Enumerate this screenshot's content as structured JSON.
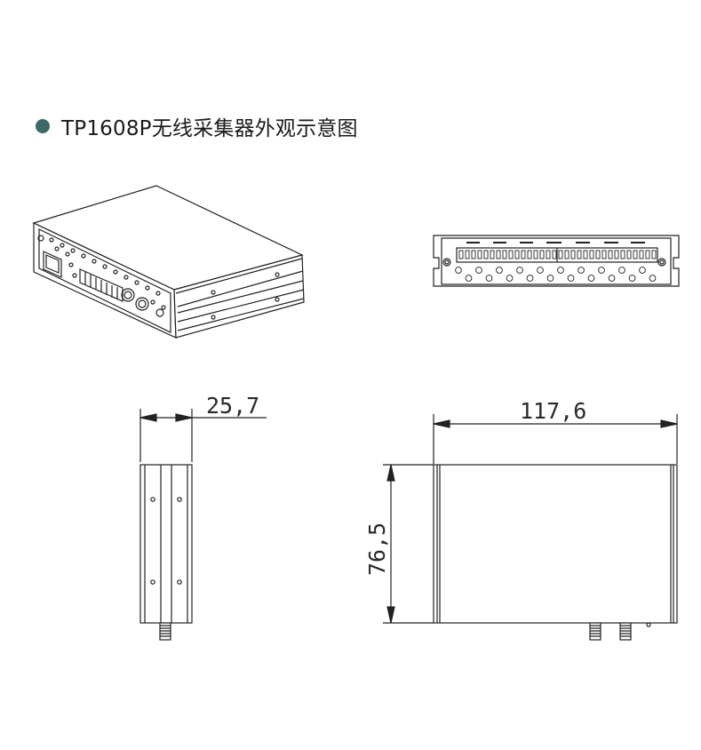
{
  "title": "TP1608P无线采集器外观示意图",
  "colors": {
    "bullet": "#3d6a66",
    "line": "#222222"
  },
  "dimensions": {
    "width": "117,6",
    "height": "76,5",
    "depth": "25,7"
  }
}
